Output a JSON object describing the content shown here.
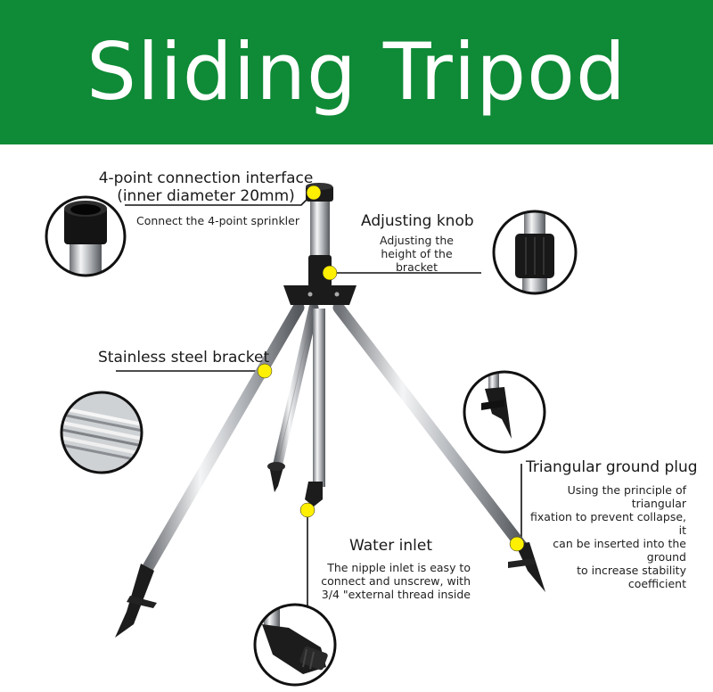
{
  "title": "Sliding Tripod",
  "colors": {
    "banner": "#0f8a36",
    "marker": "#ffef00",
    "steel": "#b9bcc0",
    "plastic": "#1c1c1c"
  },
  "callouts": {
    "connection": {
      "heading_1": "4-point connection interface",
      "heading_2": "(inner diameter 20mm)",
      "desc": "Connect the 4-point sprinkler"
    },
    "knob": {
      "heading": "Adjusting knob",
      "desc_1": "Adjusting the",
      "desc_2": "height of the bracket"
    },
    "bracket": {
      "heading": "Stainless steel bracket"
    },
    "plug": {
      "heading": "Triangular ground plug",
      "desc_1": "Using the principle of triangular",
      "desc_2": "fixation to prevent collapse, it",
      "desc_3": "can be inserted into the ground",
      "desc_4": "to increase stability coefficient"
    },
    "inlet": {
      "heading": "Water inlet",
      "desc_1": "The nipple inlet is easy to",
      "desc_2": "connect and unscrew, with",
      "desc_3": "3/4 \"external thread inside"
    }
  }
}
